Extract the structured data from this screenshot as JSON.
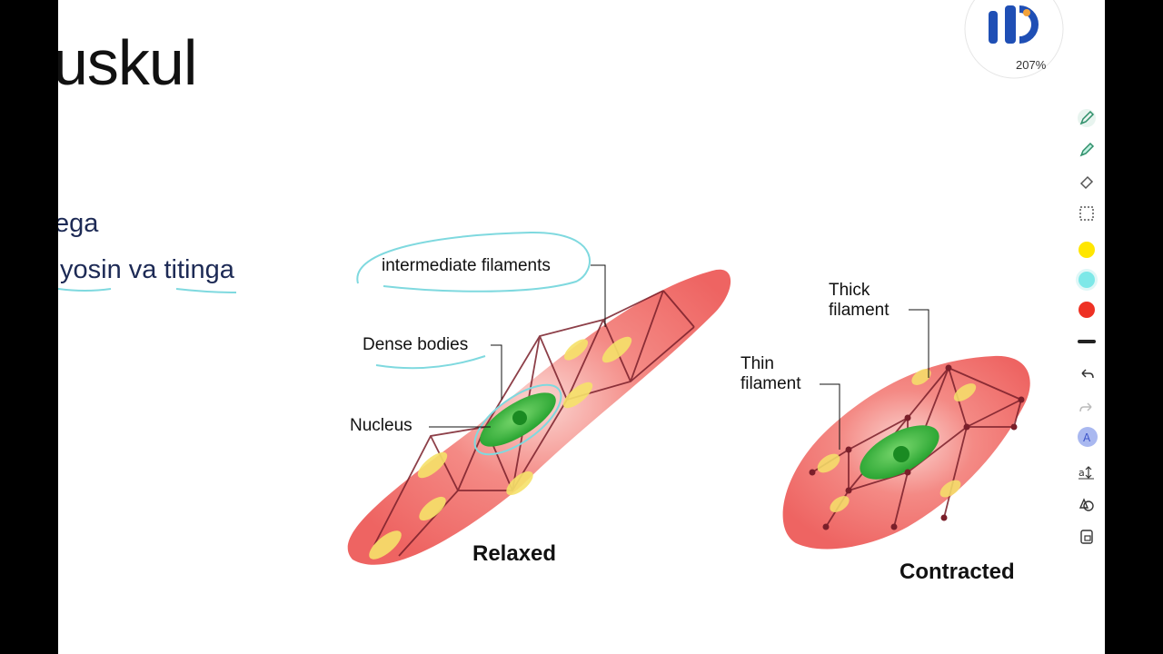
{
  "slide": {
    "title": "uskul",
    "notes": [
      "ega",
      "yosin va titinga"
    ]
  },
  "diagram": {
    "labels": {
      "intermediate_filaments": "intermediate filaments",
      "dense_bodies": "Dense bodies",
      "nucleus": "Nucleus",
      "thick_filament": "Thick\nfilament",
      "thin_filament": "Thin\nfilament"
    },
    "captions": {
      "relaxed": "Relaxed",
      "contracted": "Contracted"
    }
  },
  "badge": {
    "zoom": "207%"
  },
  "toolbar": {
    "tools": [
      "pen-icon",
      "highlighter-icon",
      "eraser-icon",
      "lasso-select-icon",
      "color-yellow",
      "color-cyan",
      "color-red",
      "stroke-width-icon",
      "undo-icon",
      "redo-icon",
      "text-recognition-icon",
      "text-size-icon",
      "shapes-icon",
      "lock-icon"
    ],
    "colors": {
      "yellow": "#ffe600",
      "cyan": "#7de8e8",
      "red": "#ee3124"
    }
  },
  "colors": {
    "cell": "#f0706e",
    "nucleus": "#2fb52f",
    "annotation": "#7fd9df",
    "note_text": "#1d2a55"
  }
}
